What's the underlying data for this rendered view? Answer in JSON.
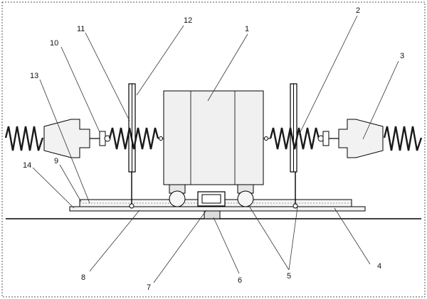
{
  "diagram": {
    "labels": [
      "1",
      "2",
      "3",
      "4",
      "5",
      "6",
      "7",
      "8",
      "9",
      "10",
      "11",
      "12",
      "13",
      "14"
    ],
    "colors": {
      "line": "#000000",
      "fill": "#e6e6e6",
      "spring": "#1a1a1a",
      "frame": "#666666"
    }
  }
}
